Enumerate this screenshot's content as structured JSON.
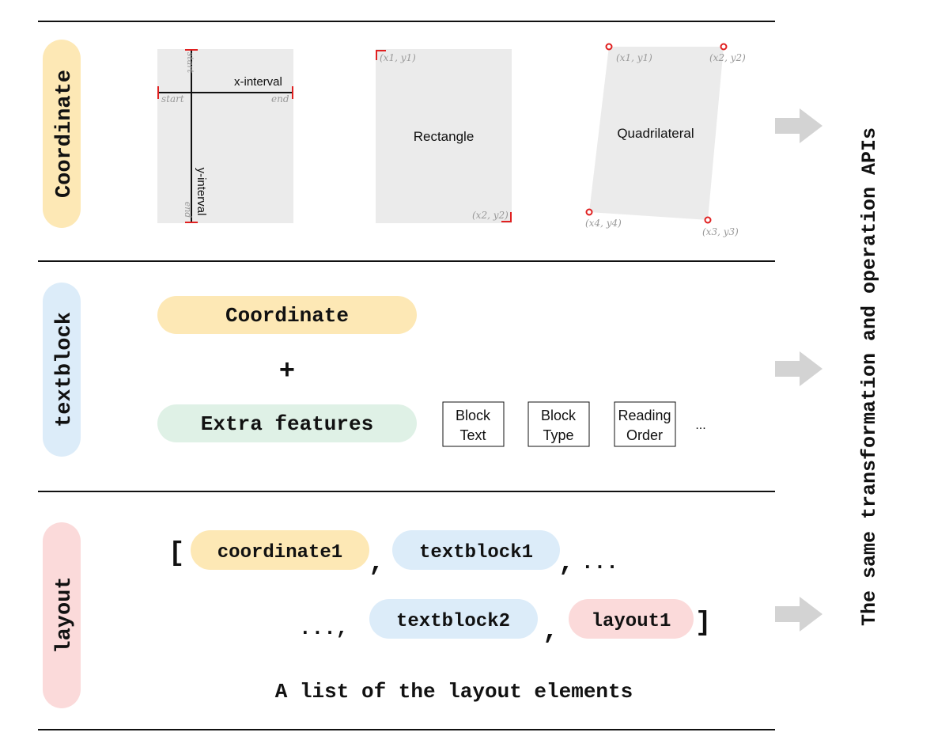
{
  "rows": {
    "coordinate": {
      "label": "Coordinate",
      "color": "#fde8b5"
    },
    "textblock": {
      "label": "textblock",
      "color": "#dcecf9"
    },
    "layout": {
      "label": "layout",
      "color": "#fbdada"
    }
  },
  "interval_diagram": {
    "start_top": "start",
    "end_bottom": "end",
    "start_left": "start",
    "end_right": "end",
    "x_interval": "x-interval",
    "y_interval": "y-interval"
  },
  "rectangle_diagram": {
    "label": "Rectangle",
    "top_left": "(x1, y1)",
    "bottom_right": "(x2, y2)"
  },
  "quadrilateral_diagram": {
    "label": "Quadrilateral",
    "p1": "(x1, y1)",
    "p2": "(x2, y2)",
    "p3": "(x3, y3)",
    "p4": "(x4, y4)"
  },
  "textblock_row": {
    "coordinate_pill": "Coordinate",
    "plus": "+",
    "extra_pill": "Extra features",
    "features": [
      {
        "line1": "Block",
        "line2": "Text"
      },
      {
        "line1": "Block",
        "line2": "Type"
      },
      {
        "line1": "Reading",
        "line2": "Order"
      }
    ],
    "ellipsis": "..."
  },
  "layout_row": {
    "open_bracket": "[",
    "close_bracket": "]",
    "comma": ",",
    "dots_trailing": "...",
    "dots_leading": "...,",
    "item1": "coordinate1",
    "item2": "textblock1",
    "item3": "textblock2",
    "item4": "layout1",
    "caption": "A list of the layout elements"
  },
  "side_label": "The same transformation and operation APIs",
  "colors": {
    "panel_gray": "#ebebeb",
    "marker_red": "#e02020",
    "arrow_gray": "#d3d3d3",
    "extra_green": "#dff1e6"
  }
}
